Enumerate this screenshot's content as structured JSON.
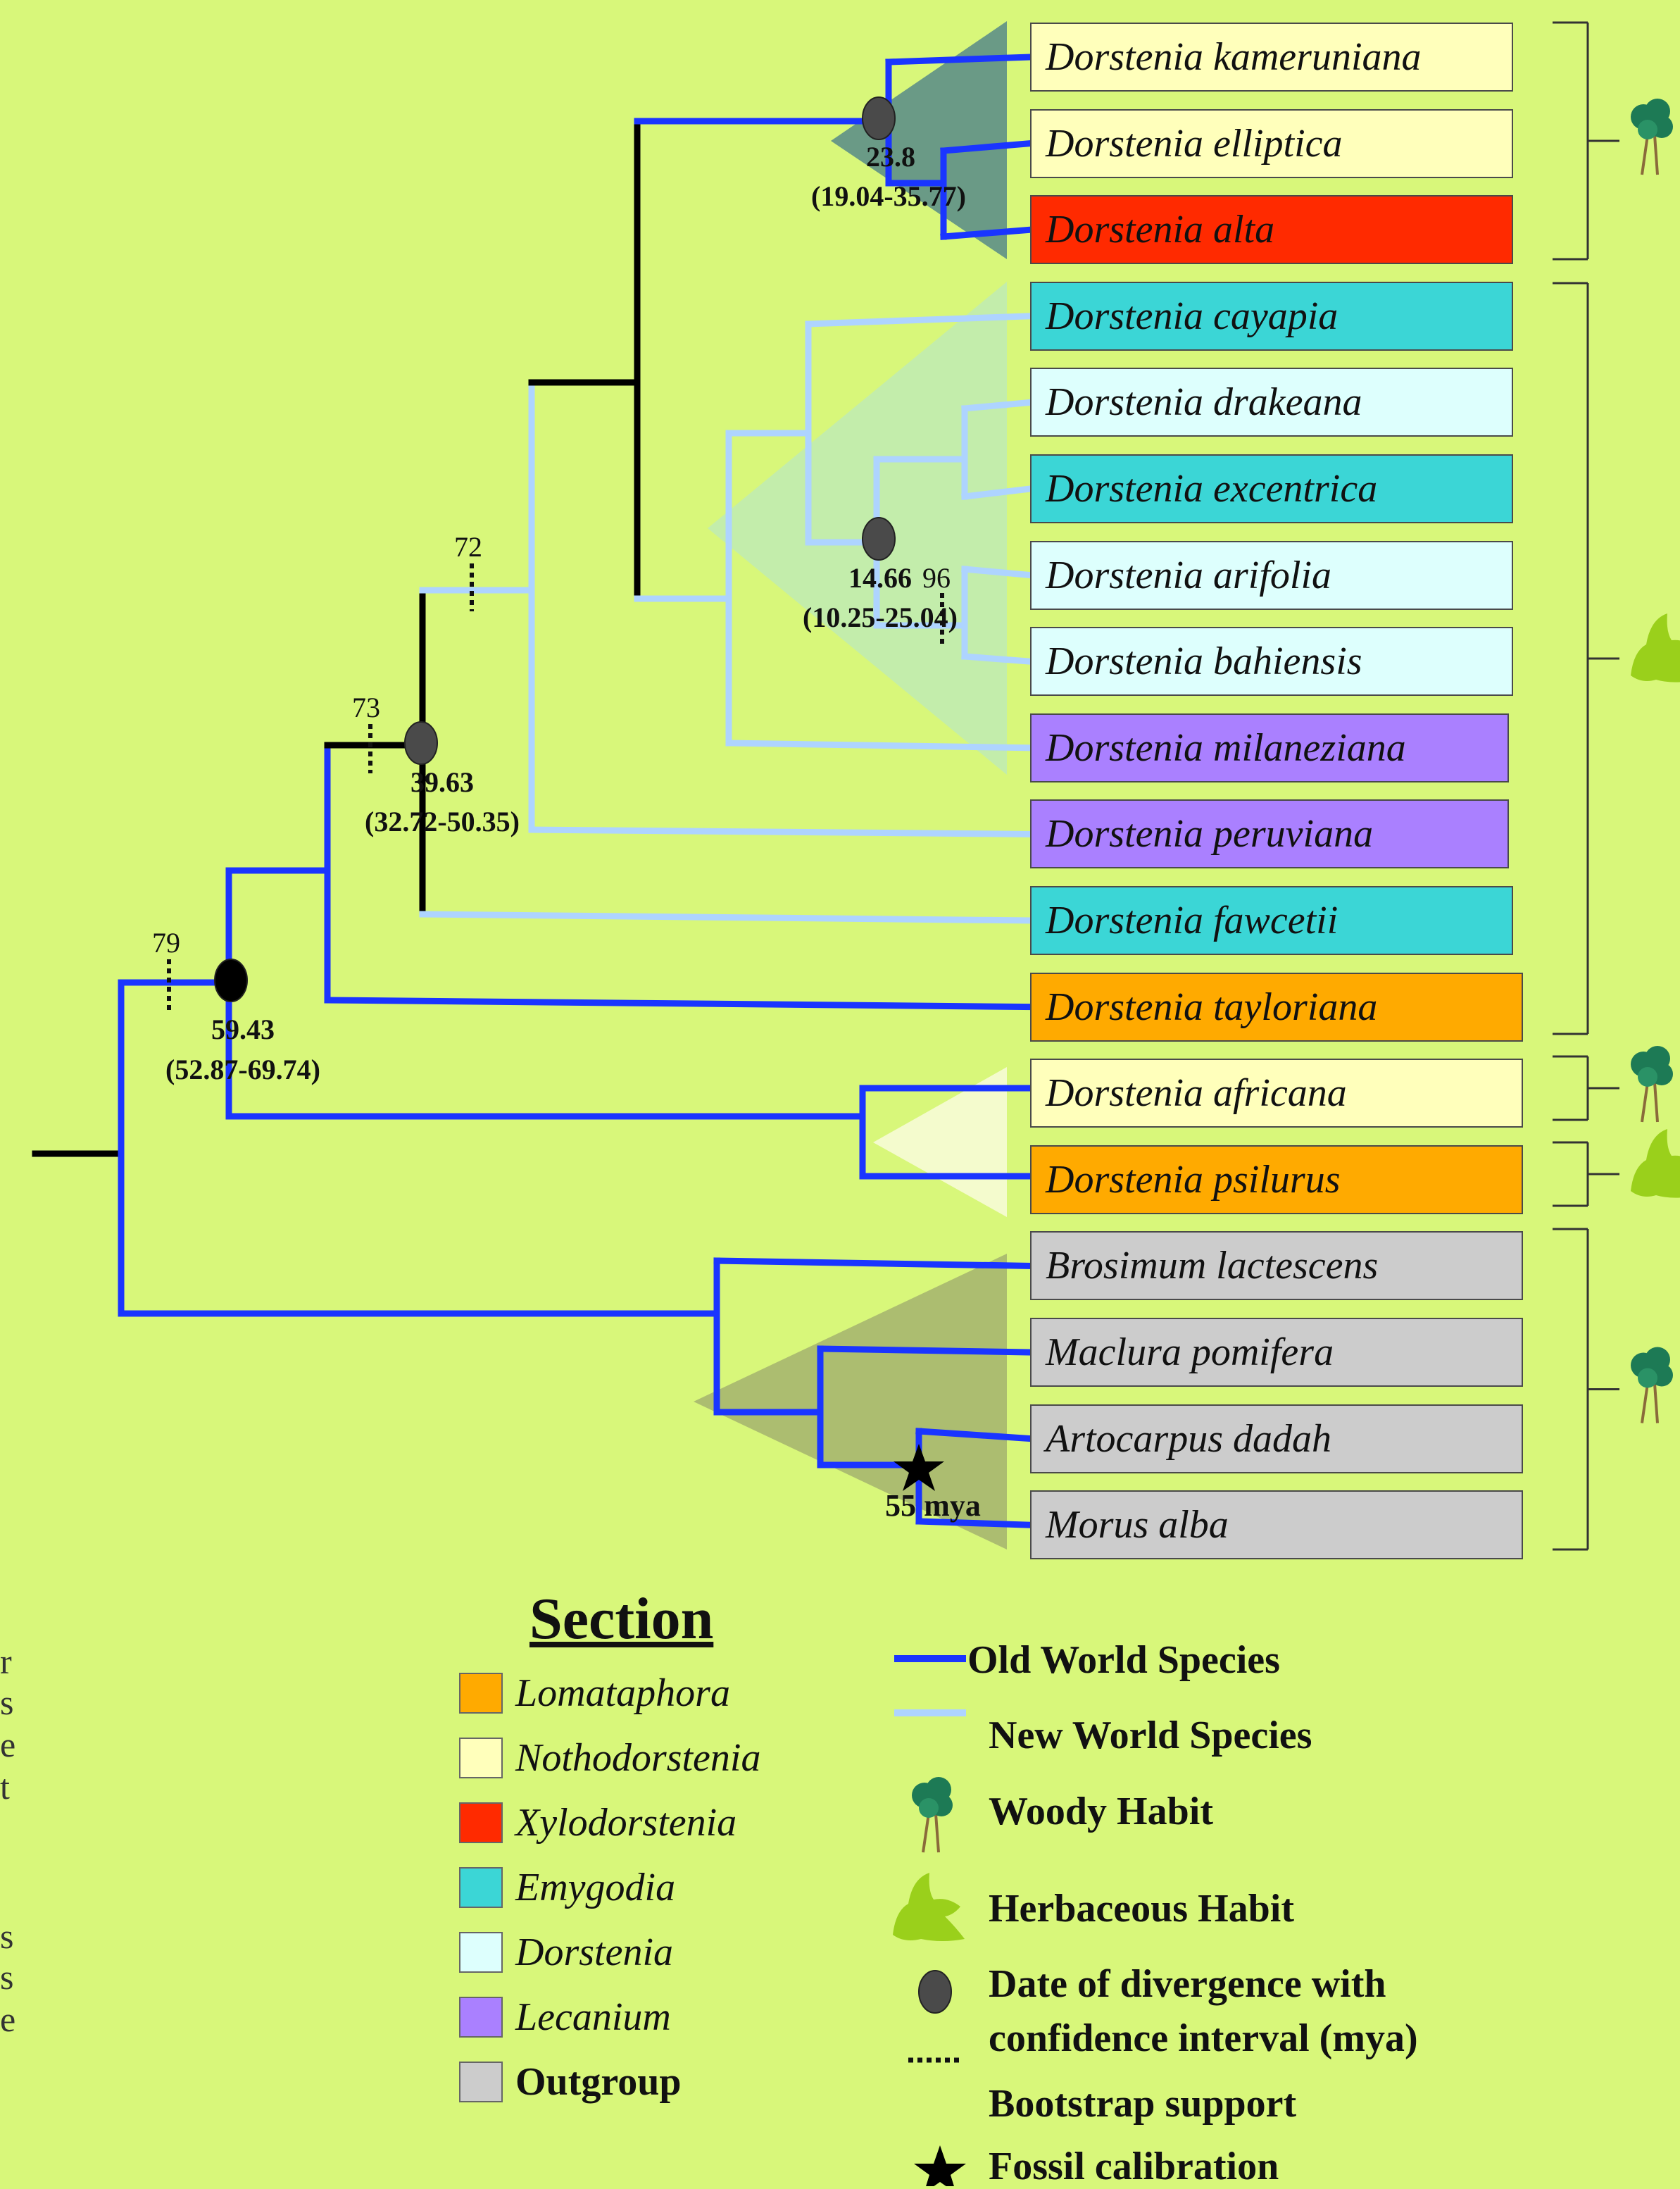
{
  "taxa": [
    {
      "name": "Dorstenia kameruniana",
      "section": "Nothodorstenia"
    },
    {
      "name": "Dorstenia elliptica",
      "section": "Nothodorstenia"
    },
    {
      "name": "Dorstenia alta",
      "section": "Xylodorstenia"
    },
    {
      "name": "Dorstenia cayapia",
      "section": "Emygodia"
    },
    {
      "name": "Dorstenia drakeana",
      "section": "Dorstenia"
    },
    {
      "name": "Dorstenia excentrica",
      "section": "Emygodia"
    },
    {
      "name": "Dorstenia arifolia",
      "section": "Dorstenia"
    },
    {
      "name": "Dorstenia bahiensis",
      "section": "Dorstenia"
    },
    {
      "name": "Dorstenia milaneziana",
      "section": "Lecanium"
    },
    {
      "name": "Dorstenia peruviana",
      "section": "Lecanium"
    },
    {
      "name": "Dorstenia fawcetii",
      "section": "Emygodia"
    },
    {
      "name": "Dorstenia tayloriana",
      "section": "Lomataphora"
    },
    {
      "name": "Dorstenia africana",
      "section": "Nothodorstenia"
    },
    {
      "name": "Dorstenia psilurus",
      "section": "Lomataphora"
    },
    {
      "name": "Brosimum lactescens",
      "section": "Outgroup"
    },
    {
      "name": "Maclura pomifera",
      "section": "Outgroup"
    },
    {
      "name": "Artocarpus dadah",
      "section": "Outgroup"
    },
    {
      "name": "Morus alba",
      "section": "Outgroup"
    }
  ],
  "sections": [
    {
      "name": "Lomataphora",
      "color": "#ffaa00"
    },
    {
      "name": "Nothodorstenia",
      "color": "#ffffbb"
    },
    {
      "name": "Xylodorstenia",
      "color": "#ff2a00"
    },
    {
      "name": "Emygodia",
      "color": "#3bd6d6"
    },
    {
      "name": "Dorstenia",
      "color": "#ddfffd"
    },
    {
      "name": "Lecanium",
      "color": "#aa80ff"
    },
    {
      "name": "Outgroup",
      "color": "#cccccc"
    }
  ],
  "divergence_dates": [
    {
      "node": "kameruniana-elliptica-alta",
      "date": "23.8",
      "interval": "(19.04-35.77)"
    },
    {
      "node": "neotropical-dorstenia",
      "date": "14.66",
      "interval": "(10.25-25.04)"
    },
    {
      "node": "core-dorstenia",
      "date": "39.63",
      "interval": "(32.72-50.35)"
    },
    {
      "node": "dorstenia",
      "date": "59.43",
      "interval": "(52.87-69.74)"
    }
  ],
  "bootstrap_values": [
    "72",
    "73",
    "79",
    "96"
  ],
  "fossil_calibration_label": "55 mya",
  "habit_brackets": [
    {
      "habit": "Woody Habit",
      "icon": "tree-icon"
    },
    {
      "habit": "Herbaceous Habit",
      "icon": "herb-icon"
    },
    {
      "habit": "Woody Habit",
      "icon": "tree-icon"
    },
    {
      "habit": "Herbaceous Habit",
      "icon": "herb-icon"
    },
    {
      "habit": "Woody Habit",
      "icon": "tree-icon"
    }
  ],
  "legend": {
    "section_heading": "Section",
    "key": {
      "old_world": "Old World Species",
      "new_world": "New World Species",
      "woody": "Woody  Habit",
      "herbaceous": "Herbaceous  Habit",
      "divergence_line1": "Date of divergence with",
      "divergence_line2": "confidence interval (mya)",
      "bootstrap": "Bootstrap support",
      "fossil": "Fossil calibration"
    }
  },
  "colors": {
    "background": "#d8f77a",
    "old_world_branch": "#1a35ff",
    "new_world_branch": "#aed4ff",
    "stem_branch": "#000000",
    "node_marker": "#4a4a4a"
  },
  "edge_text_fragments": [
    "r",
    "s",
    "e",
    "t",
    "s",
    "s",
    "e"
  ]
}
